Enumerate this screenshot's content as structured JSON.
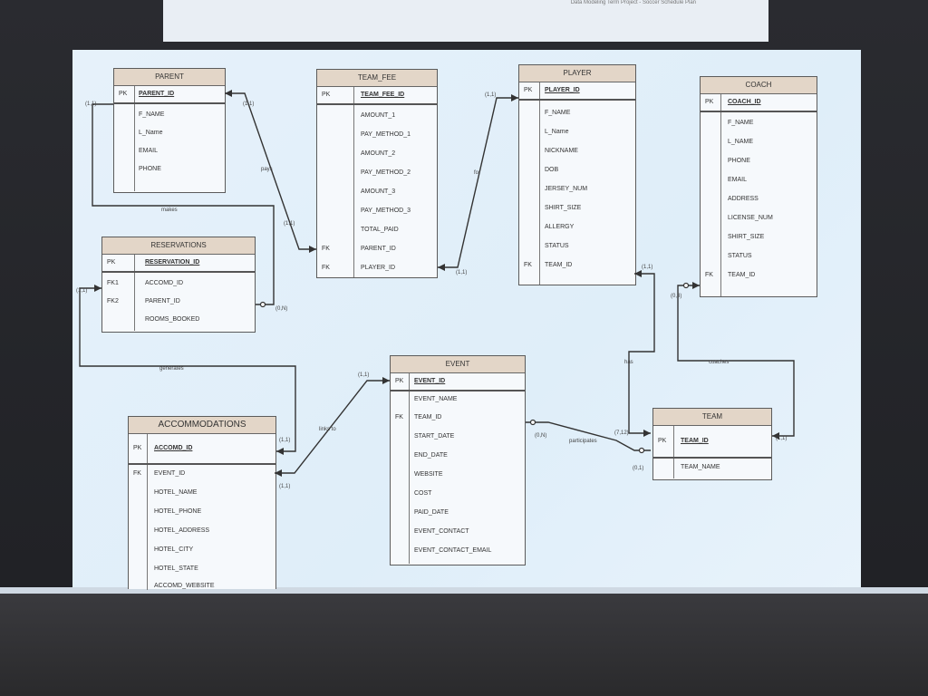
{
  "header_strip": "Data Modeling Term Project - Soccer Schedule Plan",
  "entities": {
    "parent": {
      "title": "PARENT",
      "pk": "PARENT_ID",
      "fields": [
        "F_NAME",
        "L_Name",
        "EMAIL",
        "PHONE"
      ]
    },
    "team_fee": {
      "title": "TEAM_FEE",
      "pk": "TEAM_FEE_ID",
      "fields": [
        "AMOUNT_1",
        "PAY_METHOD_1",
        "AMOUNT_2",
        "PAY_METHOD_2",
        "AMOUNT_3",
        "PAY_METHOD_3",
        "TOTAL_PAID",
        "PARENT_ID",
        "PLAYER_ID"
      ],
      "fk_labels": [
        "FK",
        "FK"
      ]
    },
    "player": {
      "title": "PLAYER",
      "pk": "PLAYER_ID",
      "fields": [
        "F_NAME",
        "L_Name",
        "NICKNAME",
        "DOB",
        "JERSEY_NUM",
        "SHIRT_SIZE",
        "ALLERGY",
        "STATUS",
        "TEAM_ID"
      ],
      "fk_labels": [
        "FK"
      ]
    },
    "coach": {
      "title": "COACH",
      "pk": "COACH_ID",
      "fields": [
        "F_NAME",
        "L_NAME",
        "PHONE",
        "EMAIL",
        "ADDRESS",
        "LICENSE_NUM",
        "SHIRT_SIZE",
        "STATUS",
        "TEAM_ID"
      ],
      "fk_labels": [
        "FK"
      ]
    },
    "reservations": {
      "title": "RESERVATIONS",
      "pk": "RESERVATION_ID",
      "fields": [
        "ACCOMD_ID",
        "PARENT_ID",
        "ROOMS_BOOKED"
      ],
      "fk_labels": [
        "FK1",
        "FK2"
      ]
    },
    "event": {
      "title": "EVENT",
      "pk": "EVENT_ID",
      "fields": [
        "EVENT_NAME",
        "TEAM_ID",
        "START_DATE",
        "END_DATE",
        "WEBSITE",
        "COST",
        "PAID_DATE",
        "EVENT_CONTACT",
        "EVENT_CONTACT_EMAIL"
      ],
      "fk_labels": [
        "FK"
      ]
    },
    "accommodations": {
      "title": "ACCOMMODATIONS",
      "pk": "ACCOMD_ID",
      "fields": [
        "EVENT_ID",
        "HOTEL_NAME",
        "HOTEL_PHONE",
        "HOTEL_ADDRESS",
        "HOTEL_CITY",
        "HOTEL_STATE",
        "ACCOMD_WEBSITE"
      ],
      "fk_labels": [
        "FK"
      ]
    },
    "team": {
      "title": "TEAM",
      "pk": "TEAM_ID",
      "fields": [
        "TEAM_NAME"
      ]
    }
  },
  "key_label": "PK",
  "relationships": {
    "pays": "pays",
    "makes": "makes",
    "for": "for",
    "has": "has",
    "coaches": "coaches",
    "generates": "generates",
    "links_to": "links to",
    "participates": "participates"
  },
  "cardinalities": {
    "c_1_1": "(1,1)",
    "c_0_n": "(0,N)",
    "c_0_3": "(0,3)",
    "c_7_12": "(7,12)",
    "c_0_1": "(0,1)"
  },
  "colors": {
    "header_fill": "#e3d6c8",
    "slide_bg": "#e2f0fa",
    "line": "#333333"
  }
}
